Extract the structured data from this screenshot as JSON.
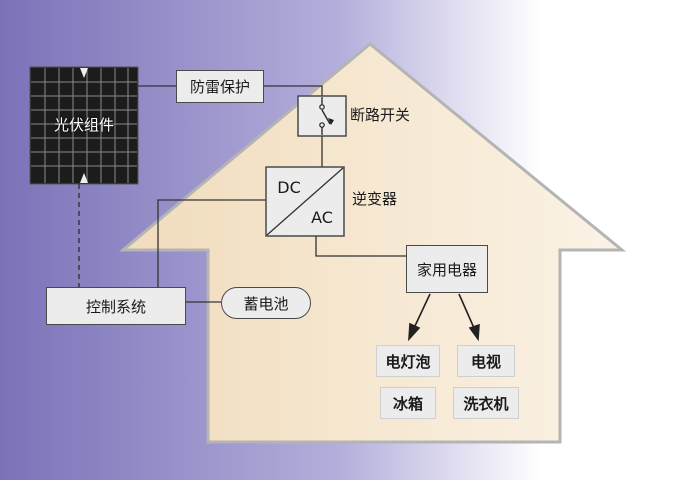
{
  "labels": {
    "pv_module": "光伏组件",
    "lightning_protection": "防雷保护",
    "circuit_breaker": "断路开关",
    "inverter_dc": "DC",
    "inverter_ac": "AC",
    "inverter": "逆变器",
    "appliances": "家用电器",
    "controller": "控制系统",
    "battery": "蓄电池"
  },
  "appliance_items": [
    "电灯泡",
    "电视",
    "冰箱",
    "洗衣机"
  ],
  "colors": {
    "left_gradient": "#7a72b8",
    "house_fill": "#f6e6cc",
    "house_border": "#b4b4b4",
    "box_fill": "#ececec",
    "line": "#333333"
  }
}
